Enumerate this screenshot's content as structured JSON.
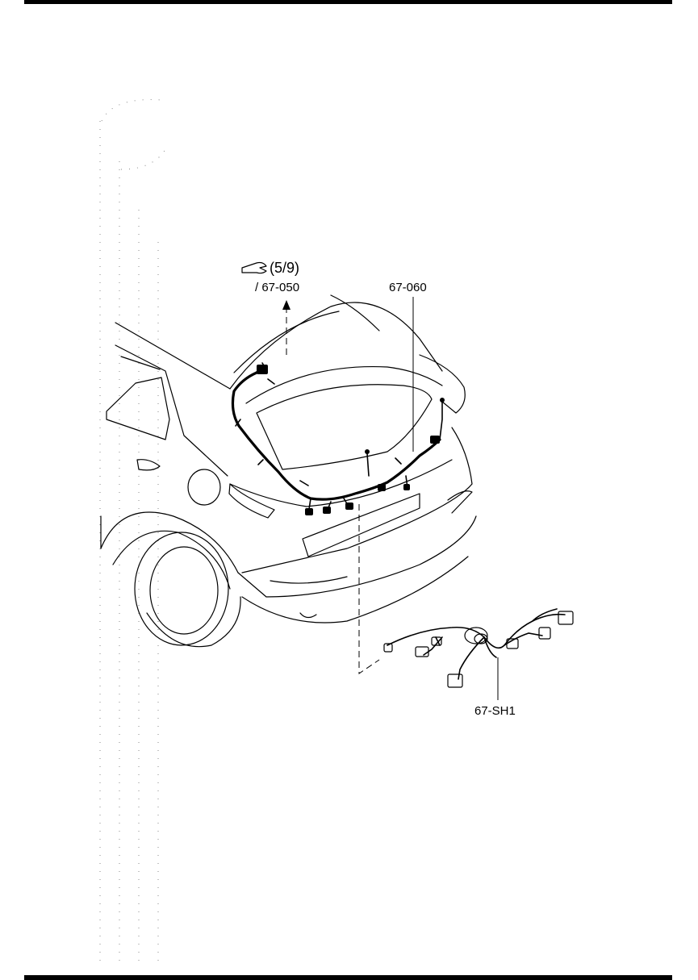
{
  "reference": {
    "icon": "pointing-hand-icon",
    "page_ref": "(5/9)",
    "part_ref": "/ 67-050"
  },
  "parts": [
    {
      "id": "rear-harness",
      "label": "67-060"
    },
    {
      "id": "sub-harness",
      "label": "67-SH1"
    }
  ]
}
